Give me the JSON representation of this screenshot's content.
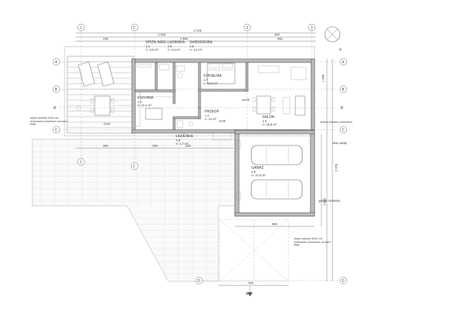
{
  "axes": {
    "top": [
      "1",
      "1'",
      "2",
      "3"
    ],
    "left": [
      "A",
      "B",
      "B'",
      "C"
    ],
    "right": [
      "A",
      "B",
      "B'",
      "C",
      "D"
    ],
    "bottom": [
      "1",
      "1'",
      "D"
    ]
  },
  "compass": "N",
  "section_mark": "A",
  "dimensions": {
    "top_total": "2 125",
    "top_seg1": "1 510",
    "top_seg2": "1 060",
    "top_seg3": "657",
    "top_seg4": "564",
    "top_left": "445",
    "bottom_1": "353",
    "bottom_2": "253",
    "bottom_3": "220",
    "bottom_4": "663",
    "bottom_5": "537",
    "right_1": "1 200",
    "right_2": "2 376",
    "right_3": "1 062"
  },
  "rooms": {
    "spizarnia": {
      "name": "SPIŻA./MAG.",
      "id": "1.1",
      "area": "A: 2,8 m²"
    },
    "lazienka_top": {
      "name": "ŁAZIENKA",
      "id": "1.5",
      "area": "A: 4,4 m²"
    },
    "garderoba": {
      "name": "GARDEROBA",
      "id": "1.6",
      "area": "A: 4,1 m²"
    },
    "sypialnia": {
      "name": "SYPIALNIA",
      "id": "1.7",
      "area": "A: 11,8 m²"
    },
    "kuchnia": {
      "name": "KUCHNIA",
      "id": "1.2",
      "area": "A: 14,1 m²"
    },
    "przedpokoj": {
      "name": "PRZEDP.",
      "id": "1.4",
      "area": "A: 14 m²"
    },
    "salon": {
      "name": "SALON",
      "id": "1.3",
      "area": "A: 18,8 m²"
    },
    "lazienka_bottom": {
      "name": "ŁAZIENKA",
      "id": "1.8",
      "area": "A: 1,7 m²"
    },
    "garaz": {
      "name": "GARAŻ",
      "id": "2.9",
      "area": "A: 47,5 m²"
    }
  },
  "annotations": {
    "left_note": "słupki stalowe 5x30 cm, malowane proszkowo na kolor biały",
    "right_note_1": "ściana szklana przesuwna",
    "right_note_2": "okno wiaty",
    "right_note_3": "ganek rolowany",
    "bottom_note": "słupki stalowe 5x30 cm, malowane proszkowo na kolor biały",
    "level_terrace": "-0,02",
    "level_house": "±0,00",
    "level_entry": "-0,05"
  }
}
